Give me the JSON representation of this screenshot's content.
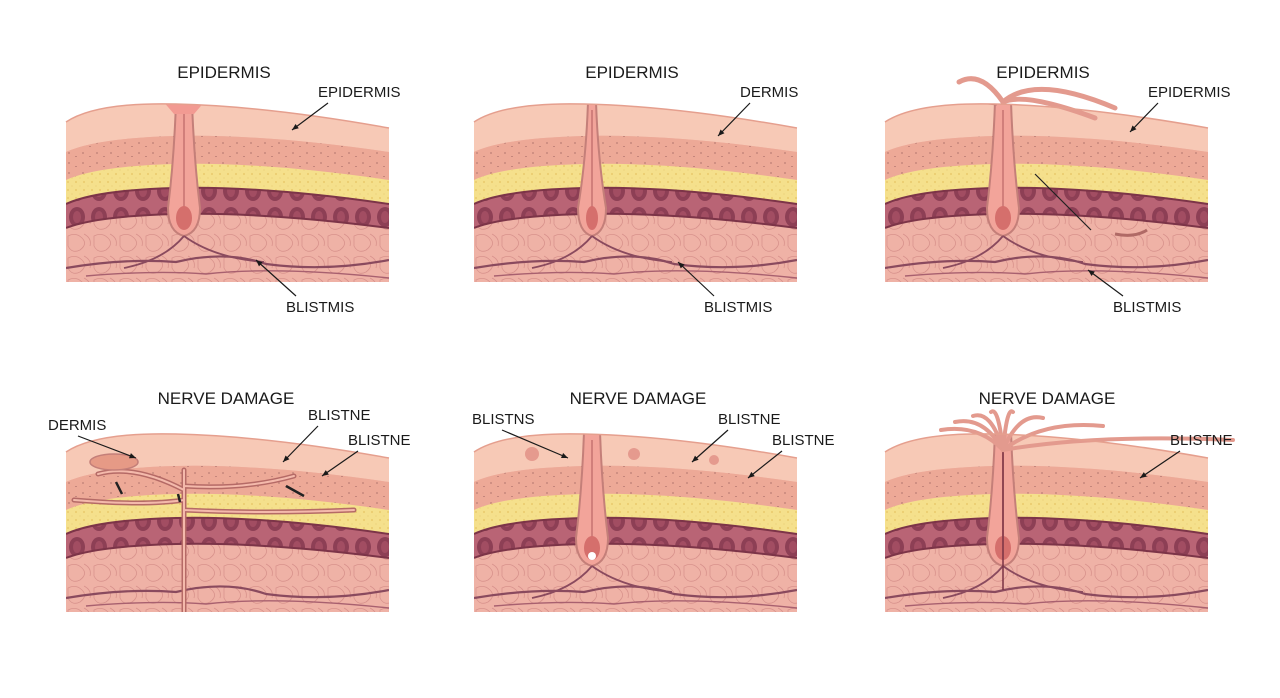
{
  "panels": [
    {
      "title": "EPIDERMIS",
      "labels": [
        "EPIDERMIS",
        "BLISTMIS"
      ],
      "follicle": "intact"
    },
    {
      "title": "EPIDERMIS",
      "labels": [
        "DERMIS",
        "BLISTMIS"
      ],
      "follicle": "tapered"
    },
    {
      "title": "EPIDERMIS",
      "labels": [
        "EPIDERMIS",
        "BLISTMIS"
      ],
      "follicle": "hair-strands"
    },
    {
      "title": "NERVE DAMAGE",
      "labels": [
        "DERMIS",
        "BLISTNE",
        "BLISTNE"
      ],
      "follicle": "branched-nerve"
    },
    {
      "title": "NERVE DAMAGE",
      "labels": [
        "BLISTNS",
        "BLISTNE",
        "BLISTNE"
      ],
      "follicle": "blistered"
    },
    {
      "title": "NERVE DAMAGE",
      "labels": [
        "BLISTNE"
      ],
      "follicle": "fanned-strands"
    }
  ],
  "colors": {
    "epidermis": "#f3b8a3",
    "epidermis_top": "#f7c9b6",
    "dermis_dots": "#eeb3a1",
    "fat": "#f5e08c",
    "muscle": "#9c4a5e",
    "muscle_light": "#c9828a",
    "tissue": "#efb2a6",
    "vessel": "#8a4a5e",
    "outline": "#c47f79"
  }
}
